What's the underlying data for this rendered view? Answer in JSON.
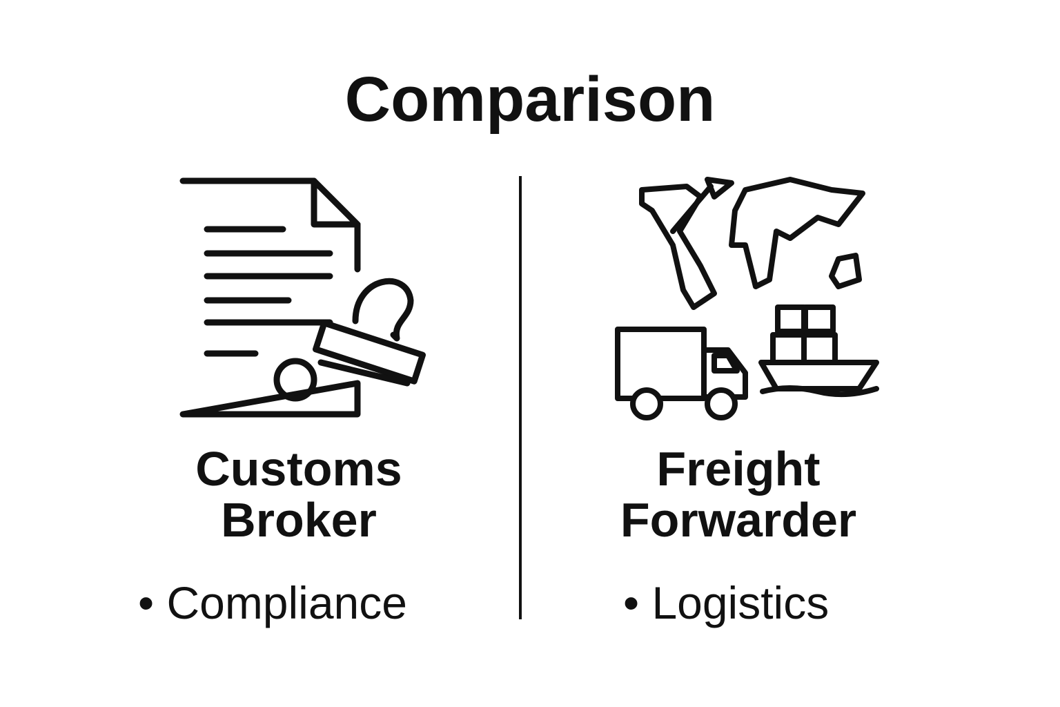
{
  "title": "Comparison",
  "left": {
    "name_line1": "Customs",
    "name_line2": "Broker",
    "bullet": "• Compliance"
  },
  "right": {
    "name_line1": "Freight",
    "name_line2": "Forwarder",
    "bullet": "• Logistics"
  }
}
